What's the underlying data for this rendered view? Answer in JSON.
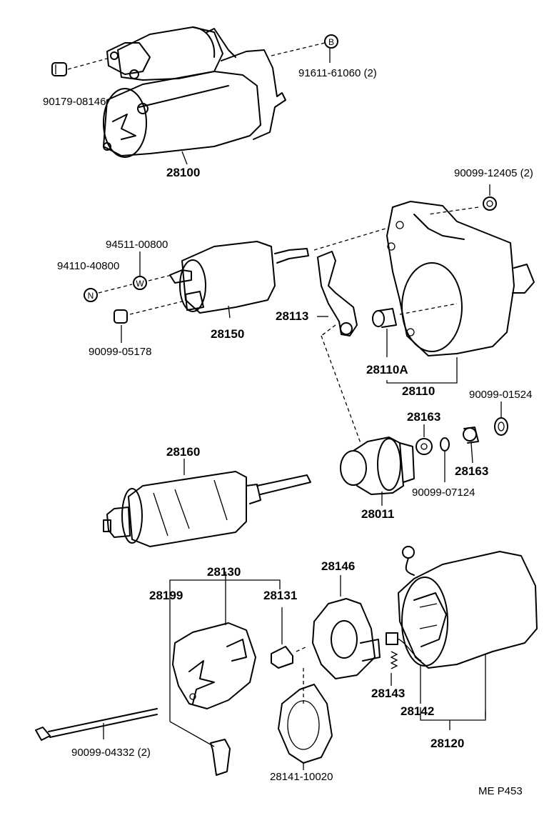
{
  "parts": {
    "p_90179_08146": "90179-08146",
    "p_91611_61060": "91611-61060 (2)",
    "p_28100": "28100",
    "p_90099_12405": "90099-12405 (2)",
    "p_94511_00800": "94511-00800",
    "p_94110_40800": "94110-40800",
    "p_28113": "28113",
    "p_28150": "28150",
    "p_90099_05178": "90099-05178",
    "p_28110A": "28110A",
    "p_28110": "28110",
    "p_90099_01524": "90099-01524",
    "p_28163_a": "28163",
    "p_28163_b": "28163",
    "p_28160": "28160",
    "p_90099_07124": "90099-07124",
    "p_28011": "28011",
    "p_28130": "28130",
    "p_28146": "28146",
    "p_28199": "28199",
    "p_28131": "28131",
    "p_28143": "28143",
    "p_28142": "28142",
    "p_90099_04332": "90099-04332 (2)",
    "p_28120": "28120",
    "p_28141_10020": "28141-10020"
  },
  "markers": {
    "B": "B",
    "W": "W",
    "N": "N"
  },
  "footer": {
    "ref": "ME  P453"
  }
}
